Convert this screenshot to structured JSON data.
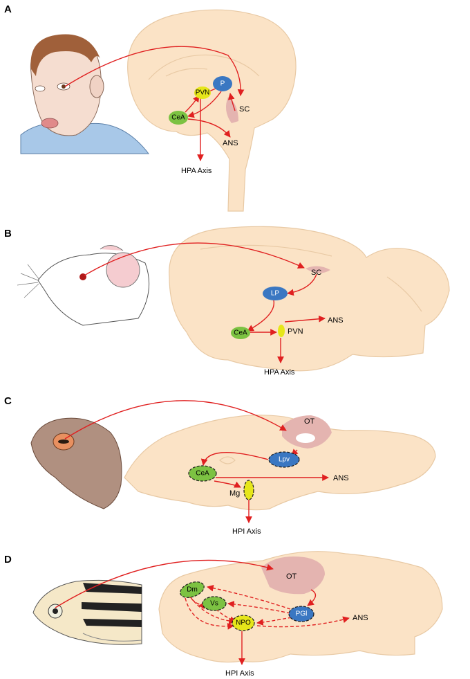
{
  "colors": {
    "arrow": "#e02020",
    "brain_fill": "#fbe3c6",
    "green_node": "#7cc242",
    "blue_node": "#3a77c2",
    "yellow_node": "#e6e61a",
    "pink_region": "#e4b4b0"
  },
  "panels": [
    {
      "letter": "A",
      "organism": "human",
      "nodes": {
        "p": "P",
        "pvn": "PVN",
        "cea": "CeA"
      },
      "labels": {
        "sc": "SC",
        "ans": "ANS",
        "axis": "HPA Axis"
      }
    },
    {
      "letter": "B",
      "organism": "rat",
      "nodes": {
        "lp": "LP",
        "cea": "CeA",
        "pvn": "PVN"
      },
      "labels": {
        "sc": "SC",
        "ans": "ANS",
        "axis": "HPA Axis"
      }
    },
    {
      "letter": "C",
      "organism": "toad",
      "nodes": {
        "lpv": "Lpv",
        "cea": "CeA",
        "mg": "Mg"
      },
      "labels": {
        "ot": "OT",
        "ans": "ANS",
        "axis": "HPI Axis"
      }
    },
    {
      "letter": "D",
      "organism": "zebrafish",
      "nodes": {
        "dm": "Dm",
        "vs": "Vs",
        "npo": "NPO",
        "pgi": "PGl"
      },
      "labels": {
        "ot": "OT",
        "ans": "ANS",
        "axis": "HPI Axis"
      }
    }
  ]
}
